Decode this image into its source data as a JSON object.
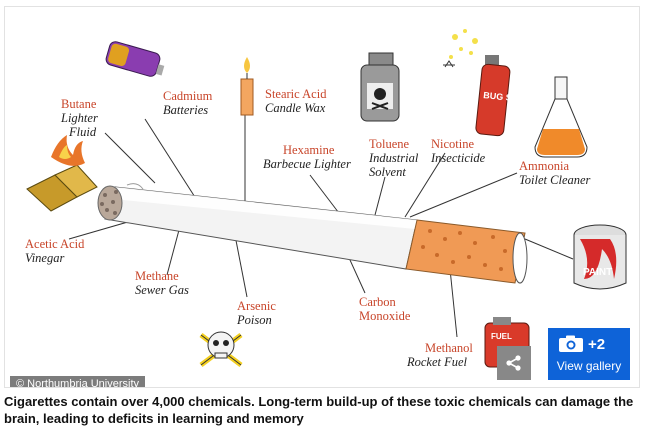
{
  "credit": "© Northumbria University",
  "caption": "Cigarettes contain over 4,000 chemicals. Long-term build-up of these toxic chemicals can damage the brain, leading to deficits in learning and memory",
  "gallery": {
    "count": "+2",
    "label": "View gallery"
  },
  "chemicals": [
    {
      "name": "Butane",
      "source": "Lighter Fluid",
      "source_line2": "Fluid"
    },
    {
      "name": "Cadmium",
      "source": "Batteries"
    },
    {
      "name": "Stearic Acid",
      "source": "Candle Wax"
    },
    {
      "name": "Hexamine",
      "source": "Barbecue Lighter"
    },
    {
      "name": "Toluene",
      "source": "Industrial",
      "source_line2": "Solvent"
    },
    {
      "name": "Nicotine",
      "source": "Insecticide"
    },
    {
      "name": "Ammonia",
      "source": "Toilet Cleaner"
    },
    {
      "name": "Acetic Acid",
      "source": "Vinegar"
    },
    {
      "name": "Methane",
      "source": "Sewer Gas"
    },
    {
      "name": "Arsenic",
      "source": "Poison"
    },
    {
      "name": "Carbon",
      "source": "Monoxide"
    },
    {
      "name": "Methanol",
      "source": "Rocket Fuel"
    }
  ],
  "butane_line1": "Lighter",
  "image_text": {
    "paint": "PAINT",
    "bug_spray": "BUG SPRAY",
    "fuel": "FUEL"
  },
  "colors": {
    "label_accent": "#c8452a",
    "gallery_button": "#0e63d8",
    "filter": "#f09a55"
  }
}
